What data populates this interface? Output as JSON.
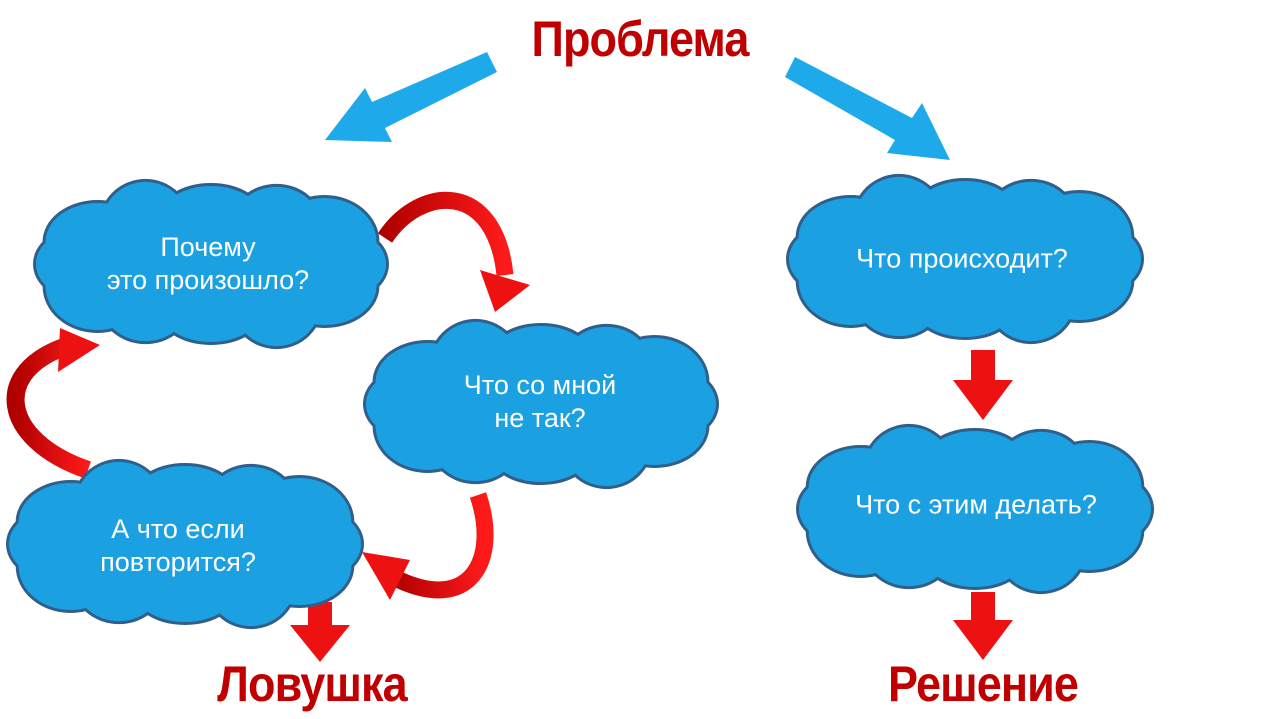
{
  "titles": {
    "problem": "Проблема",
    "trap": "Ловушка",
    "solution": "Решение"
  },
  "clouds": [
    {
      "line1": "Почему",
      "line2": "это произошло?"
    },
    {
      "line1": "Что со мной",
      "line2": "не так?"
    },
    {
      "line1": "А что если",
      "line2": "повторится?"
    },
    {
      "line1": "Что происходит?",
      "line2": ""
    },
    {
      "line1": "Что с этим делать?",
      "line2": ""
    }
  ],
  "colors": {
    "title": "#c00000",
    "cloud_fill": "#1ba1e2",
    "cloud_stroke": "#2f5f8a",
    "blue_arrow": "#1eaaea",
    "red_arrow": "#ee1111"
  }
}
